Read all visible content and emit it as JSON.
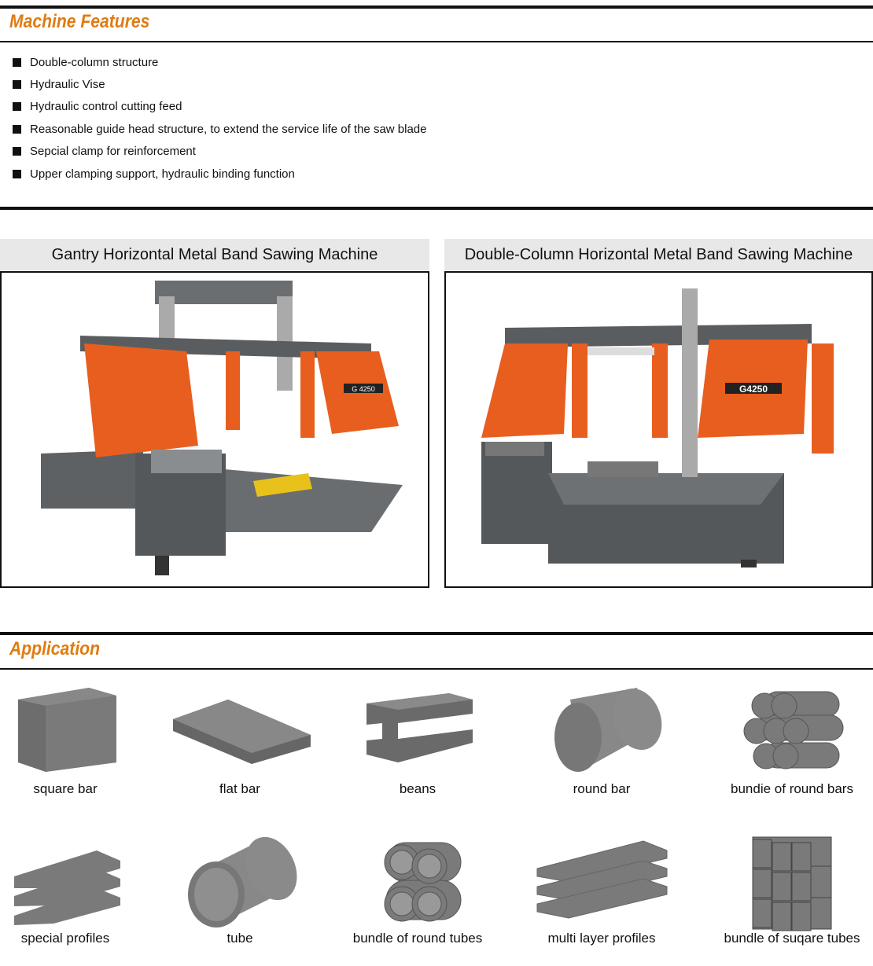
{
  "features": {
    "title": "Machine Features",
    "items": [
      "Double-column structure",
      "Hydraulic Vise",
      "Hydraulic control cutting feed",
      "Reasonable guide head structure, to extend the service life of the saw blade",
      "Sepcial clamp for reinforcement",
      "Upper clamping support, hydraulic binding function"
    ]
  },
  "machines": [
    {
      "title": "Gantry Horizontal Metal Band Sawing Machine",
      "model": "G 4250"
    },
    {
      "title": "Double-Column Horizontal Metal Band Sawing Machine",
      "model": "G4250"
    }
  ],
  "application": {
    "title": "Application",
    "items": [
      "square bar",
      "flat bar",
      "beans",
      "round bar",
      "bundie of round bars",
      "special profiles",
      "tube",
      "bundle of round tubes",
      "multi layer profiles",
      "bundle of suqare tubes"
    ]
  },
  "colors": {
    "accent": "#e07b12",
    "machine_orange": "#e85e1e",
    "machine_gray": "#55585a"
  }
}
